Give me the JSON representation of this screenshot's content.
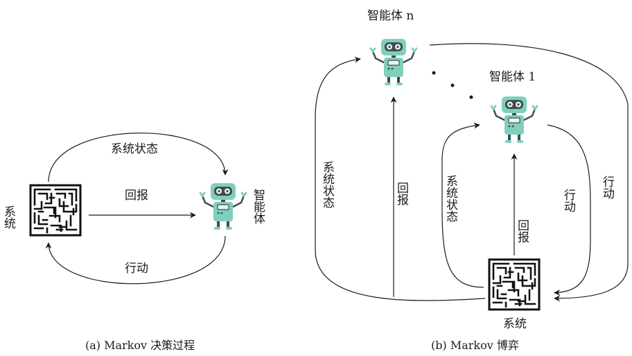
{
  "left_panel": {
    "system_label": "系统",
    "agent_label": "智能体",
    "state_label": "系统状态",
    "reward_label": "回报",
    "action_label": "行动",
    "caption": "(a) Markov 决策过程"
  },
  "right_panel": {
    "agent_n_label": "智能体 n",
    "agent_1_label": "智能体 1",
    "system_label": "系统",
    "state_outer_label": "系统状态",
    "reward_outer_label": "回报",
    "state_inner_label": "系统状态",
    "reward_inner_label": "回报",
    "action_inner_label": "行动",
    "action_outer_label": "行动",
    "caption": "(b) Markov 博弈"
  },
  "colors": {
    "robot_body": "#7fcfbc",
    "robot_dark": "#3f4b4e",
    "robot_eye": "#e8f6f2"
  },
  "icons": [
    "maze-icon",
    "robot-icon"
  ]
}
